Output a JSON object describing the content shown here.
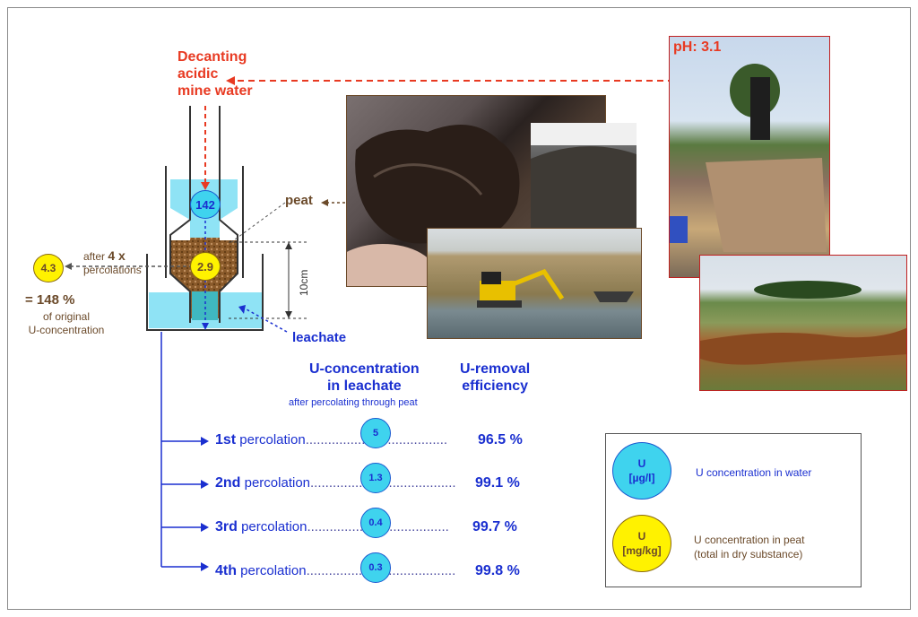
{
  "decanting": {
    "line1": "Decanting",
    "line2": "acidic",
    "line3": "mine water"
  },
  "ph_label": "pH: 3.1",
  "peat_label": "peat",
  "leachate_label": "leachate",
  "depth_label": "10cm",
  "water_circle_value": "142",
  "peat_circle_value": "2.9",
  "left_circle_value": "4.3",
  "after_label_prefix": "after ",
  "after_label_bold": "4 x",
  "after_label_line2": "percolations",
  "percent_label": "= 148 %",
  "of_original_line1": "of original",
  "of_original_line2": "U-concentration",
  "heading_conc_line1": "U-concentration",
  "heading_conc_line2": "in leachate",
  "heading_conc_sub": "after percolating through peat",
  "heading_eff_line1": "U-removal",
  "heading_eff_line2": "efficiency",
  "percolations": [
    {
      "ordinal": "1st",
      "label": " percolation",
      "value": "5",
      "efficiency": "96.5 %"
    },
    {
      "ordinal": "2nd",
      "label": " percolation",
      "value": "1.3",
      "efficiency": "99.1 %"
    },
    {
      "ordinal": "3rd",
      "label": " percolation",
      "value": "0.4",
      "efficiency": "99.7 %"
    },
    {
      "ordinal": "4th",
      "label": " percolation",
      "value": "0.3",
      "efficiency": "99.8 %"
    }
  ],
  "legend": {
    "water_line1": "U",
    "water_line2": "[µg/l]",
    "water_desc": "U concentration in water",
    "peat_line1": "U",
    "peat_line2": "[mg/kg]",
    "peat_desc_line1": "U concentration in peat",
    "peat_desc_line2": "(total in dry substance)"
  },
  "colors": {
    "red": "#e83a22",
    "blue": "#1a2fd0",
    "brown": "#6b4a2a",
    "cyan": "#3fd3ee",
    "yellow": "#fff200"
  }
}
